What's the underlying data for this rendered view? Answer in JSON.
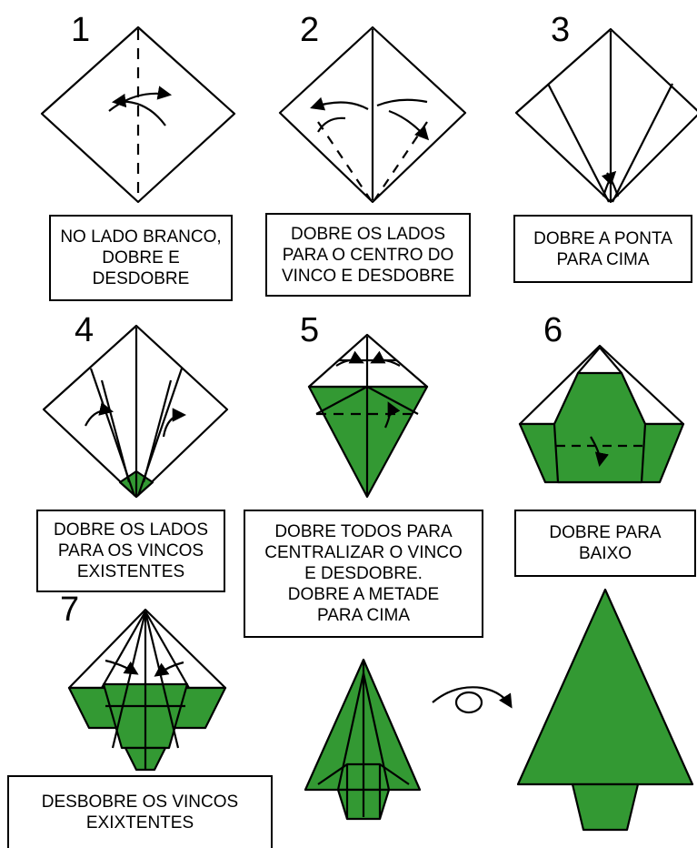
{
  "colors": {
    "paper": "#ffffff",
    "fill": "#339933",
    "stroke": "#000000"
  },
  "steps": [
    {
      "number": "1",
      "caption": [
        "NO LADO BRANCO,",
        "DOBRE E",
        "DESDOBRE"
      ]
    },
    {
      "number": "2",
      "caption": [
        "DOBRE OS LADOS",
        "PARA O CENTRO DO",
        "VINCO E DESDOBRE"
      ]
    },
    {
      "number": "3",
      "caption": [
        "DOBRE A PONTA",
        "PARA CIMA"
      ]
    },
    {
      "number": "4",
      "caption": [
        "DOBRE OS LADOS",
        "PARA OS VINCOS",
        "EXISTENTES"
      ]
    },
    {
      "number": "5",
      "caption": [
        "DOBRE TODOS PARA",
        "CENTRALIZAR O VINCO",
        "E DESDOBRE.",
        "DOBRE A METADE",
        "PARA CIMA"
      ]
    },
    {
      "number": "6",
      "caption": [
        "DOBRE PARA",
        "BAIXO"
      ]
    },
    {
      "number": "7",
      "caption": [
        "DESBOBRE OS VINCOS",
        "EXIXTENTES"
      ]
    }
  ]
}
